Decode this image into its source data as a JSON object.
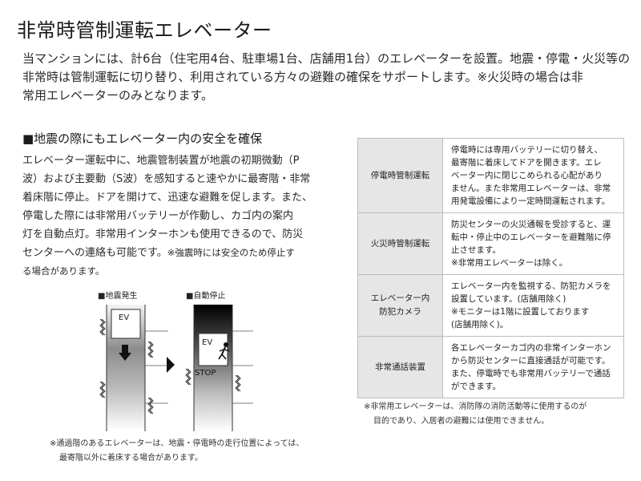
{
  "title": "非常時管制運転エレベーター",
  "intro": [
    "当マンションには、計6台（住宅用4台、駐車場1台、店舗用1台）のエレベーターを設置。地震・停電・火災等の",
    "非常時は管制運転に切り替り、利用されている方々の避難の確保をサポートします。※火災時の場合は非",
    "常用エレベーターのみとなります。"
  ],
  "section": {
    "heading": "■地震の際にもエレベーター内の安全を確保",
    "body": [
      "エレベーター運転中に、地震管制装置が地震の初期微動（P",
      "波）および主要動（S波）を感知すると速やかに最寄階・非常",
      "着床階に停止。ドアを開けて、迅速な避難を促します。また、",
      "停電した際には非常用バッテリーが作動し、カゴ内の案内",
      "灯を自動点灯。非常用インターホンも使用できるので、防災"
    ],
    "body_last": "センターへの連絡も可能です。",
    "body_note": "※強震時には安全のため停止す",
    "body_note2": "る場合があります。"
  },
  "diagram": {
    "label_left": "■地震発生",
    "label_right": "■自動停止",
    "ev_left": "EV",
    "ev_right": "EV",
    "stop": "STOP"
  },
  "footnote_left": [
    "※通過階のあるエレベーターは、地震・停電時の走行位置によっては、",
    "最寄階以外に着床する場合があります。"
  ],
  "table": [
    {
      "label": [
        "停電時管制運転"
      ],
      "desc": [
        "停電時には専用バッテリーに切り替え、",
        "最寄階に着床してドアを開きます。エレ",
        "ベーター内に閉じこめられる心配があり",
        "ません。また非常用エレベーターは、非常",
        "用発電設備により一定時間運転されます。"
      ]
    },
    {
      "label": [
        "火災時管制運転"
      ],
      "desc": [
        "防災センターの火災通報を受診すると、運",
        "転中・停止中のエレベーターを避難階に停",
        "止させます。",
        "※非常用エレベーターは除く。"
      ]
    },
    {
      "label": [
        "エレベーター内",
        "防犯カメラ"
      ],
      "desc": [
        "エレベーター内を監視する、防犯カメラを",
        "設置しています。(店舗用除く)",
        "※モニターは1階に設置しております",
        "(店舗用除く)。"
      ]
    },
    {
      "label": [
        "非常通話装置"
      ],
      "desc": [
        "各エレベーターカゴ内の非常インターホン",
        "から防災センターに直接通話が可能です。",
        "また、停電時でも非常用バッテリーで通話",
        "ができます。"
      ]
    }
  ],
  "footnote_right": [
    "※非常用エレベーターは、消防隊の消防活動等に使用するのが",
    "目的であり、入居者の避難には使用できません。"
  ],
  "icons": {
    "arrow": "down-arrow-icon",
    "person": "running-person-icon",
    "next": "right-triangle-icon"
  }
}
